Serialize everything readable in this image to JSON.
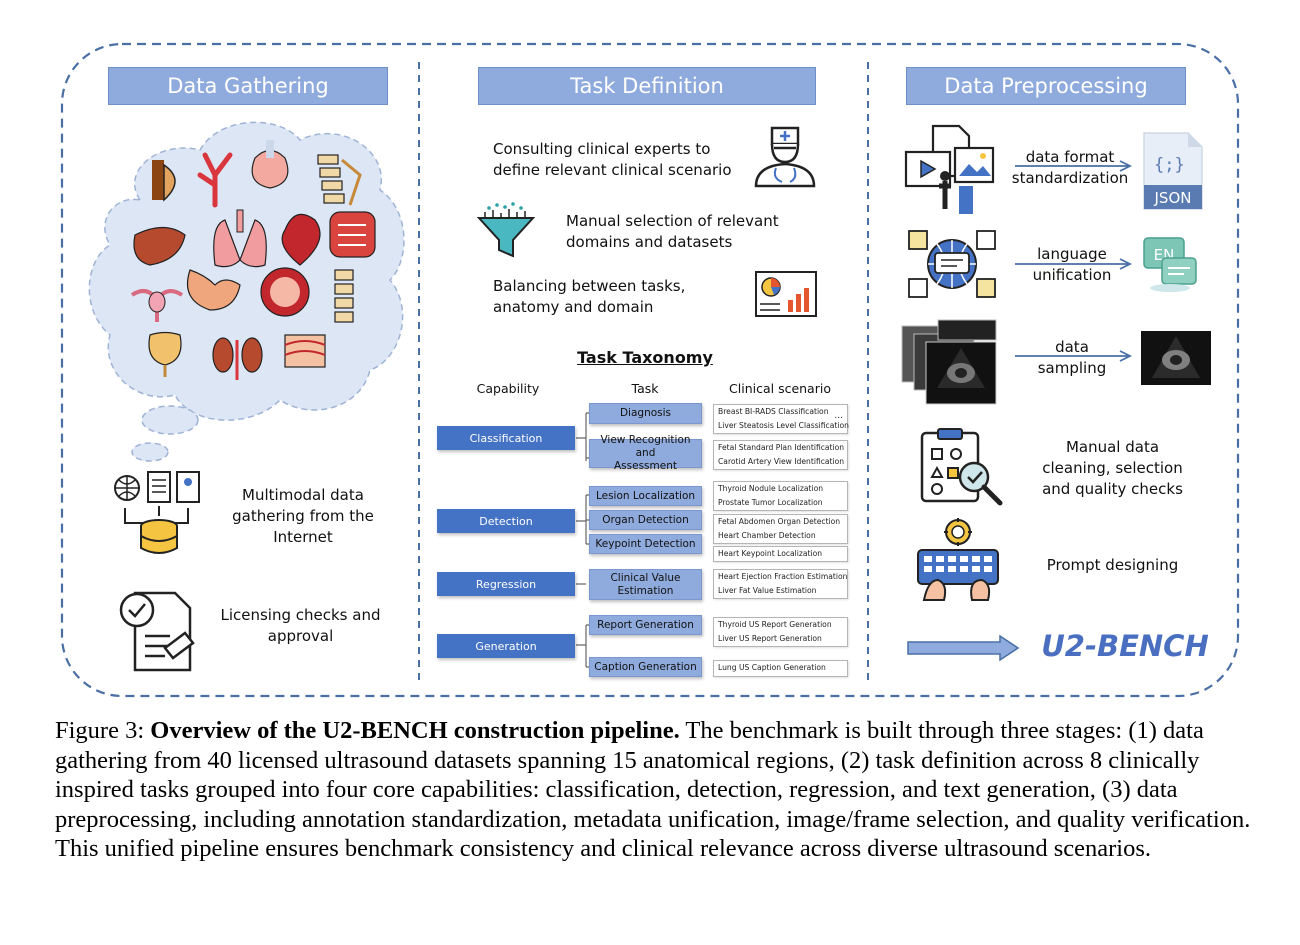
{
  "headers": {
    "gathering": "Data Gathering",
    "task_definition": "Task Definition",
    "preprocessing": "Data Preprocessing"
  },
  "gathering": {
    "multimodal_line1": "Multimodal data",
    "multimodal_line2": "gathering from the",
    "multimodal_line3": "Internet",
    "licensing_line1": "Licensing checks and",
    "licensing_line2": "approval"
  },
  "task_def": {
    "consulting_line1": "Consulting clinical experts to",
    "consulting_line2": "define relevant clinical scenario",
    "manual_line1": "Manual selection of relevant",
    "manual_line2": "domains and datasets",
    "balancing_line1": "Balancing between tasks,",
    "balancing_line2": "anatomy and domain"
  },
  "taxonomy": {
    "title": "Task Taxonomy",
    "col_capability": "Capability",
    "col_task": "Task",
    "col_scenario": "Clinical scenario",
    "capabilities": {
      "classification": "Classification",
      "detection": "Detection",
      "regression": "Regression",
      "generation": "Generation"
    },
    "tasks": {
      "diagnosis": "Diagnosis",
      "view_line1": "View Recognition and",
      "view_line2": "Assessment",
      "lesion": "Lesion Localization",
      "organ": "Organ Detection",
      "keypoint": "Keypoint Detection",
      "clinical_line1": "Clinical Value",
      "clinical_line2": "Estimation",
      "report": "Report Generation",
      "caption": "Caption Generation"
    },
    "scenarios": {
      "s1": "Breast BI-RADS Classification",
      "s2": "Liver Steatosis Level Classification",
      "ellipsis": "...",
      "s3": "Fetal Standard Plan Identification",
      "s4": "Carotid Artery View Identification",
      "s5": "Thyroid Nodule Localization",
      "s6": "Prostate Tumor Localization",
      "s7": "Fetal Abdomen Organ Detection",
      "s8": "Heart Chamber Detection",
      "s9": "Heart Keypoint Localization",
      "s10": "Heart Ejection Fraction Estimation",
      "s11": "Liver Fat Value Estimation",
      "s12": "Thyroid US Report Generation",
      "s13": "Liver US Report Generation",
      "s14": "Lung US Caption Generation"
    }
  },
  "preprocessing": {
    "format_line1": "data format",
    "format_line2": "standardization",
    "json_label": "JSON",
    "json_glyph": "{;}",
    "language_line1": "language",
    "language_line2": "unification",
    "en_label": "EN",
    "sampling_line1": "data",
    "sampling_line2": "sampling",
    "manual_line1": "Manual data",
    "manual_line2": "cleaning, selection",
    "manual_line3": "and quality checks",
    "prompt": "Prompt designing",
    "brand": "U2-BENCH"
  },
  "caption": {
    "prefix": "Figure 3: ",
    "bold": "Overview of the U2-BENCH construction pipeline.",
    "body": " The benchmark is built through three stages: (1) data gathering from 40 licensed ultrasound datasets spanning 15 anatomical regions, (2) task definition across 8 clinically inspired tasks grouped into four core capabilities: classification, detection, regression, and text generation, (3) data preprocessing, including annotation standardization, metadata unification, image/frame selection, and quality verification. This unified pipeline ensures benchmark consistency and clinical relevance across diverse ultrasound scenarios."
  },
  "colors": {
    "header_fill": "#8faadc",
    "capability_fill": "#4472c4",
    "border_dash": "#4a6fa5",
    "brand": "#4a6fc0"
  }
}
